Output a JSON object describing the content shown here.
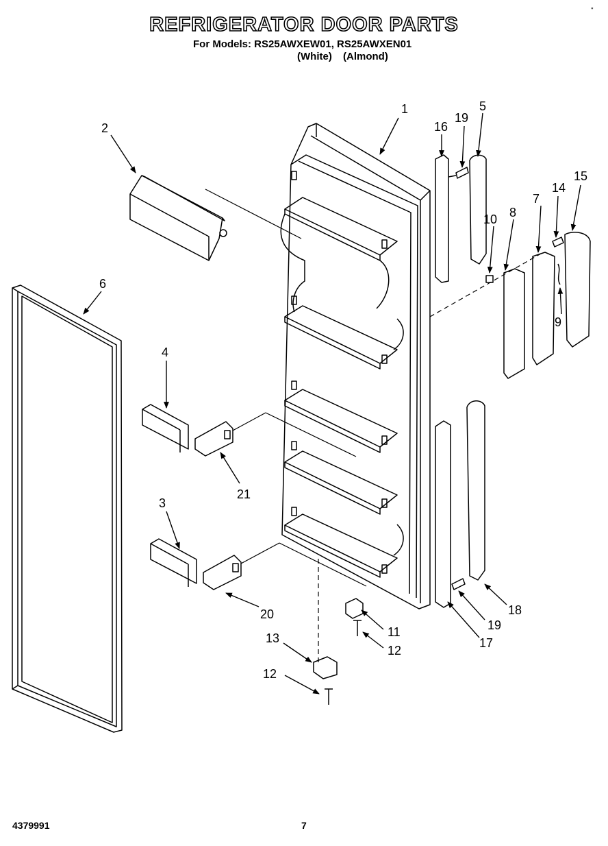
{
  "header": {
    "title": "REFRIGERATOR DOOR PARTS",
    "models_line": "For Models: RS25AWXEW01, RS25AWXEN01",
    "color_white": "(White)",
    "color_almond": "(Almond)"
  },
  "footer": {
    "doc_number": "4379991",
    "page_number": "7",
    "corner_mark": "\""
  },
  "callouts": [
    "1",
    "2",
    "3",
    "4",
    "5",
    "6",
    "7",
    "8",
    "9",
    "10",
    "11",
    "12",
    "12",
    "13",
    "14",
    "15",
    "16",
    "17",
    "18",
    "19",
    "19",
    "20",
    "21"
  ]
}
